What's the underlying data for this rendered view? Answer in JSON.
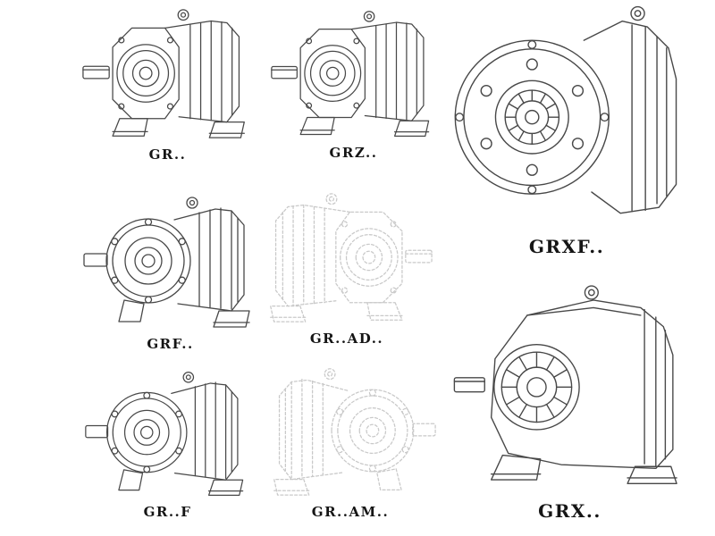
{
  "page": {
    "background": "#ffffff",
    "line_color": "#484848",
    "ghost_line_color": "#c9c9c9",
    "label_color": "#151515"
  },
  "figures": [
    {
      "label": "GR.."
    },
    {
      "label": "GRZ.."
    },
    {
      "label": "GRXF.."
    },
    {
      "label": "GRF.."
    },
    {
      "label": "GR..AD.."
    },
    {
      "label": "GRX.."
    },
    {
      "label": "GR..F"
    },
    {
      "label": "GR..AM.."
    }
  ]
}
